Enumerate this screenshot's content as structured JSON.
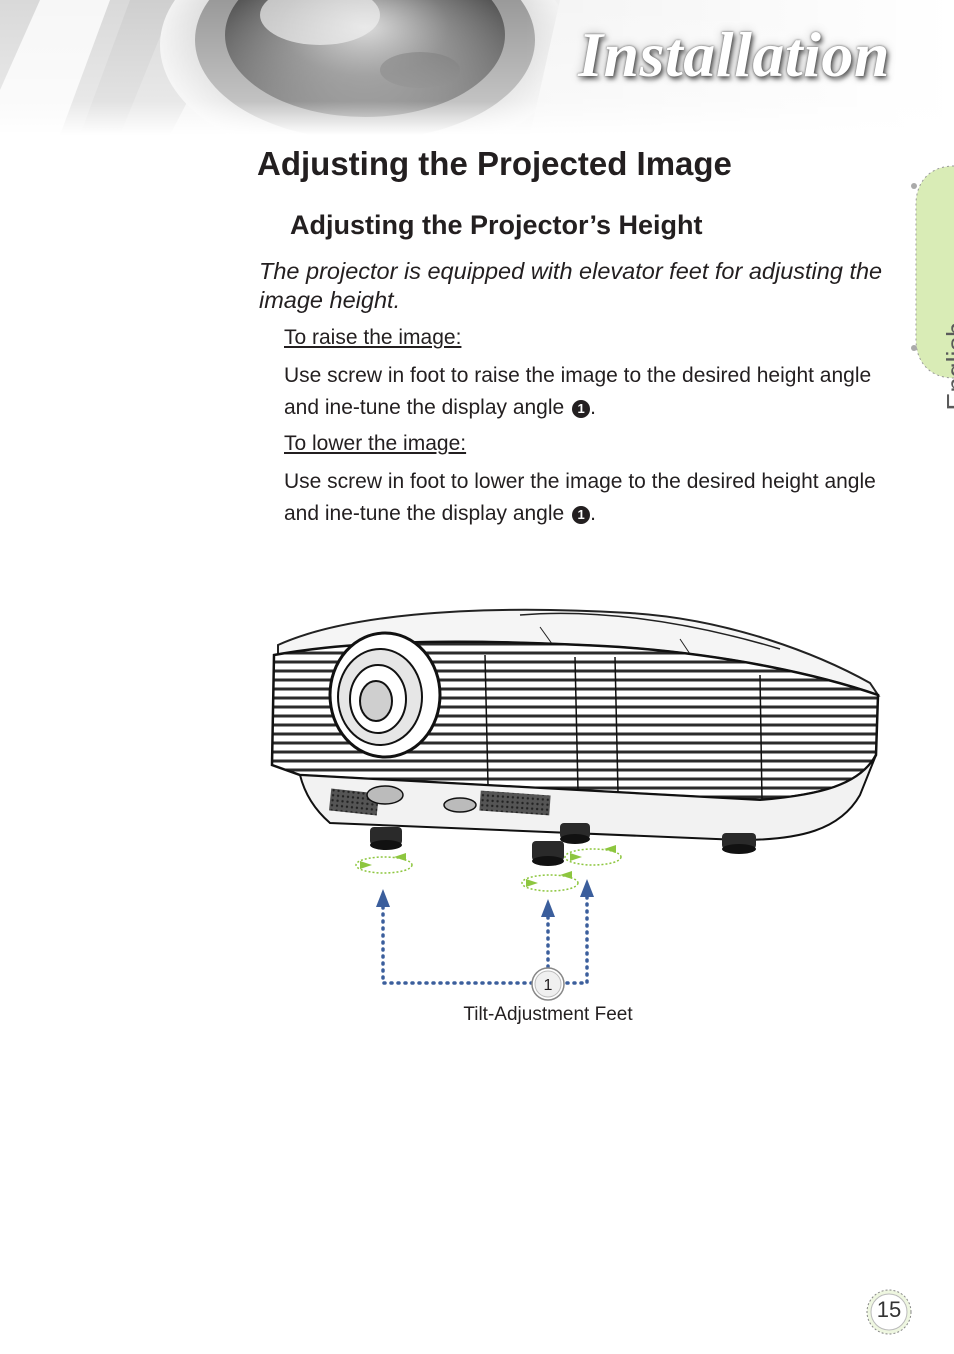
{
  "header": {
    "section_title": "Installation"
  },
  "side_tab": {
    "language": "English"
  },
  "content": {
    "title": "Adjusting the Projected Image",
    "subtitle": "Adjusting the Projector’s Height",
    "intro": "The projector is equipped with elevator feet for adjusting the image height.",
    "raise_heading": "To raise the image:",
    "raise_text": "Use screw in foot to raise the image to the desired height angle and ine-tune the display angle",
    "lower_heading": "To lower the image:",
    "lower_text": "Use screw in foot to lower the image to the desired height angle and ine-tune the display angle",
    "callout_number": "1",
    "bullet_symbol": "1",
    "period": "."
  },
  "figure": {
    "callout_label": "1",
    "caption": "Tilt-Adjustment Feet"
  },
  "footer": {
    "page_number": "15"
  },
  "colors": {
    "text": "#231f20",
    "arrow_blue": "#3b5e9c",
    "arrow_green": "#8dc63f",
    "tab_green": "#c8e29a"
  }
}
